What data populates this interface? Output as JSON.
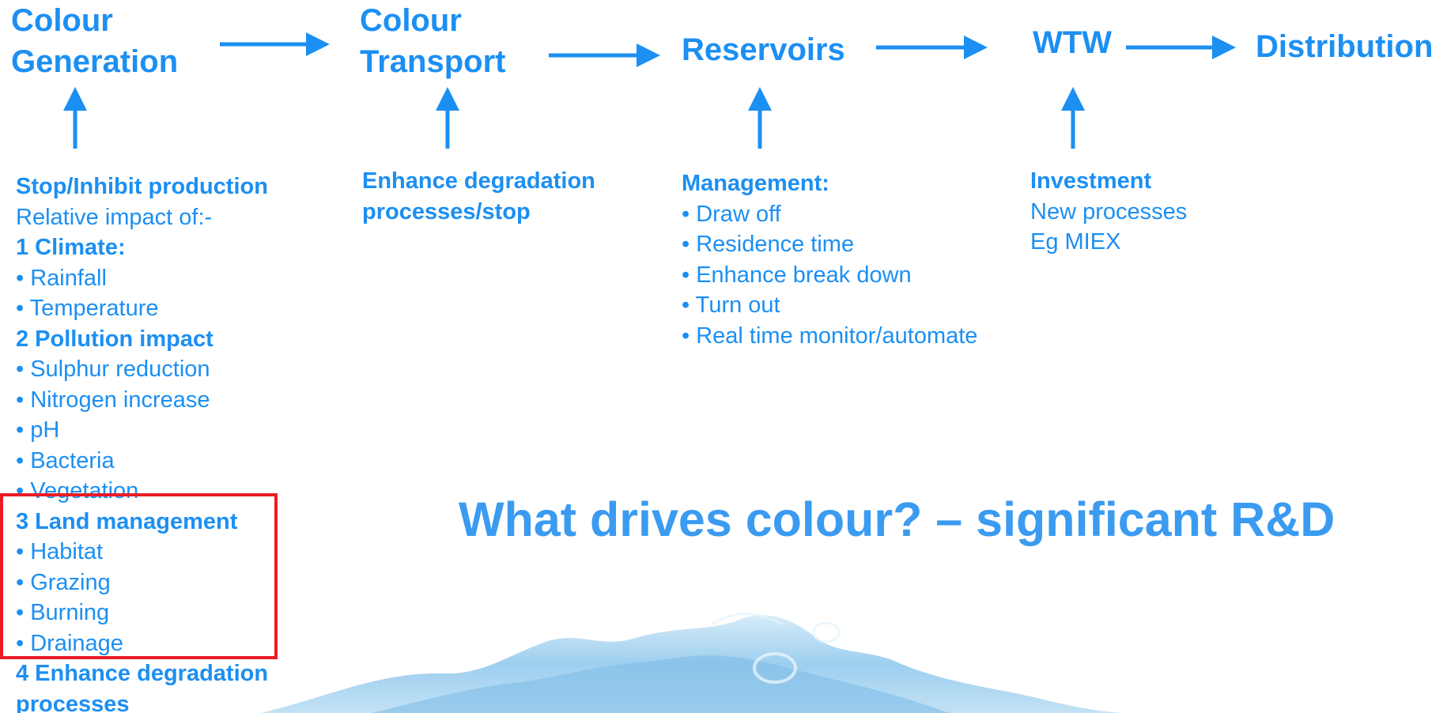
{
  "stages": {
    "colour_generation": [
      "Colour",
      "Generation"
    ],
    "colour_transport": [
      "Colour",
      "Transport"
    ],
    "reservoirs": "Reservoirs",
    "wtw": "WTW",
    "distribution": "Distribution"
  },
  "generation_notes": {
    "heading": "Stop/Inhibit production",
    "intro": "Relative impact of:-",
    "climate_heading": "1 Climate:",
    "climate_items": [
      "• Rainfall",
      "• Temperature"
    ],
    "pollution_heading": "2 Pollution impact",
    "pollution_items": [
      "• Sulphur reduction",
      "• Nitrogen increase",
      "• pH",
      "• Bacteria",
      "• Vegetation"
    ],
    "land_heading": "3 Land management",
    "land_items": [
      "• Habitat",
      "• Grazing",
      "• Burning",
      "• Drainage"
    ],
    "degradation_heading": [
      "4 Enhance degradation",
      "processes"
    ]
  },
  "transport_notes": {
    "heading": [
      "Enhance degradation",
      "processes/stop"
    ]
  },
  "reservoir_notes": {
    "heading": "Management:",
    "items": [
      "• Draw off",
      "• Residence time",
      "• Enhance break down",
      "• Turn out",
      "• Real time monitor/automate"
    ]
  },
  "wtw_notes": {
    "heading": "Investment",
    "items": [
      "New processes",
      "Eg MIEX"
    ]
  },
  "headline": "What drives colour? – significant R&D",
  "colors": {
    "text_blue": "#1c8ff2",
    "headline_blue": "#3a9bf0",
    "arrow_blue": "#1c8ff2",
    "highlight_red": "#ea1c24",
    "water_blue": "#9fd0ef"
  }
}
